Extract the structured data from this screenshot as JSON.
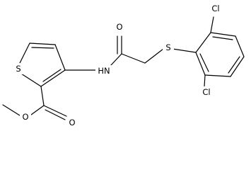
{
  "molecule": {
    "atoms": {
      "sulfur_ring": "S",
      "amide_nitrogen": "HN",
      "amide_oxygen": "O",
      "thioether_sulfur": "S",
      "chlorine_top": "Cl",
      "chlorine_bottom": "Cl",
      "ester_oxygen_single": "O",
      "ester_oxygen_double": "O"
    }
  }
}
